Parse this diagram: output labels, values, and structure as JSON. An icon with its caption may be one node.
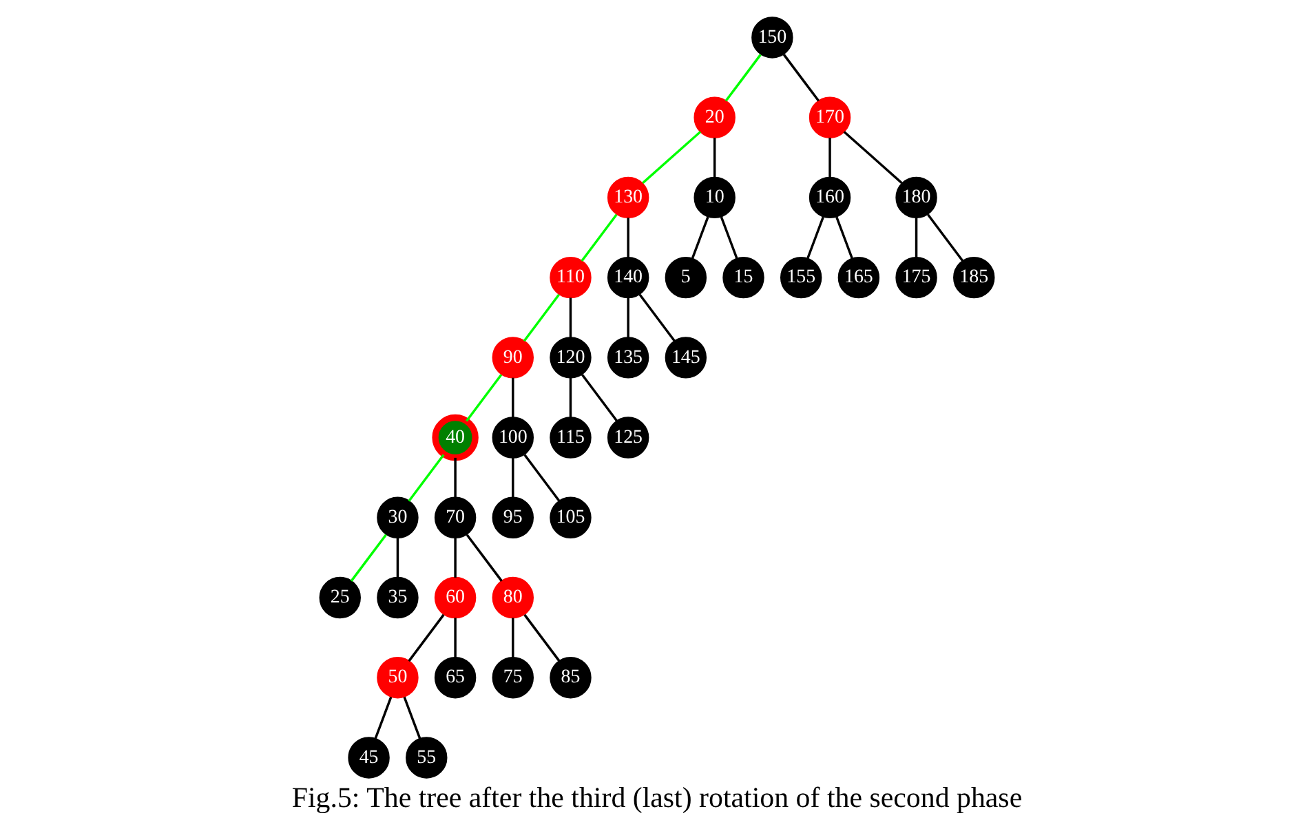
{
  "diagram": {
    "caption": "Fig.5: The tree after the third (last) rotation of the second phase",
    "nodes": [
      {
        "text": [
          "150"
        ]
      },
      {
        "text": [
          "20"
        ]
      },
      {
        "text": [
          "170"
        ]
      },
      {
        "text": [
          "130"
        ]
      },
      {
        "text": [
          "110"
        ]
      },
      {
        "text": [
          "90"
        ]
      },
      {
        "text": [
          "40"
        ]
      },
      {
        "text": [
          "10"
        ]
      },
      {
        "text": [
          "30"
        ]
      },
      {
        "text": [
          "70"
        ]
      },
      {
        "text": [
          "100"
        ]
      },
      {
        "text": [
          "120"
        ]
      },
      {
        "text": [
          "140"
        ]
      },
      {
        "text": [
          "160"
        ]
      },
      {
        "text": [
          "180"
        ]
      },
      {
        "text": [
          "60"
        ]
      },
      {
        "text": [
          "80"
        ]
      },
      {
        "text": [
          "50"
        ]
      },
      {
        "text": [
          "5"
        ]
      },
      {
        "text": [
          "15"
        ]
      },
      {
        "text": [
          "25"
        ]
      },
      {
        "text": [
          "35"
        ]
      },
      {
        "text": [
          "45"
        ]
      },
      {
        "text": [
          "55"
        ]
      },
      {
        "text": [
          "65"
        ]
      },
      {
        "text": [
          "75"
        ]
      },
      {
        "text": [
          "85"
        ]
      },
      {
        "text": [
          "95"
        ]
      },
      {
        "text": [
          "105"
        ]
      },
      {
        "text": [
          "115"
        ]
      },
      {
        "text": [
          "125"
        ]
      },
      {
        "text": [
          "135"
        ]
      },
      {
        "text": [
          "145"
        ]
      },
      {
        "text": [
          "155"
        ]
      },
      {
        "text": [
          "165"
        ]
      },
      {
        "text": [
          "175"
        ]
      },
      {
        "text": [
          "185"
        ]
      }
    ],
    "edges": [
      {
        "from": 0,
        "to": 1,
        "arrow": "none",
        "color": "#00ff00"
      },
      {
        "from": 0,
        "to": 2,
        "arrow": "none"
      },
      {
        "from": 1,
        "to": 7,
        "arrow": "none"
      },
      {
        "from": 1,
        "to": 3,
        "arrow": "none",
        "color": "#00ff00"
      },
      {
        "from": 3,
        "to": 4,
        "arrow": "none",
        "color": "#00ff00"
      },
      {
        "from": 3,
        "to": 12,
        "arrow": "none"
      },
      {
        "from": 4,
        "to": 5,
        "arrow": "none",
        "color": "#00ff00"
      },
      {
        "from": 4,
        "to": 11,
        "arrow": "none"
      },
      {
        "from": 5,
        "to": 6,
        "arrow": "none",
        "color": "#00ff00"
      },
      {
        "from": 5,
        "to": 10,
        "arrow": "none"
      },
      {
        "from": 6,
        "to": 8,
        "arrow": "none",
        "color": "#00ff00"
      },
      {
        "from": 6,
        "to": 9,
        "arrow": "none"
      },
      {
        "from": 2,
        "to": 13,
        "arrow": "none"
      },
      {
        "from": 2,
        "to": 14,
        "arrow": "none"
      },
      {
        "from": 7,
        "to": 18,
        "arrow": "none"
      },
      {
        "from": 7,
        "to": 19,
        "arrow": "none"
      },
      {
        "from": 8,
        "to": 20,
        "arrow": "none",
        "color": "#00ff00"
      },
      {
        "from": 8,
        "to": 21,
        "arrow": "none"
      },
      {
        "from": 9,
        "to": 15,
        "arrow": "none"
      },
      {
        "from": 9,
        "to": 16,
        "arrow": "none"
      },
      {
        "from": 15,
        "to": 17,
        "arrow": "none"
      },
      {
        "from": 15,
        "to": 24,
        "arrow": "none"
      },
      {
        "from": 17,
        "to": 22,
        "arrow": "none"
      },
      {
        "from": 17,
        "to": 23,
        "arrow": "none"
      },
      {
        "from": 16,
        "to": 25,
        "arrow": "none"
      },
      {
        "from": 16,
        "to": 26,
        "arrow": "none"
      },
      {
        "from": 10,
        "to": 27,
        "arrow": "none"
      },
      {
        "from": 10,
        "to": 28,
        "arrow": "none"
      },
      {
        "from": 11,
        "to": 29,
        "arrow": "none"
      },
      {
        "from": 11,
        "to": 30,
        "arrow": "none"
      },
      {
        "from": 12,
        "to": 31,
        "arrow": "none"
      },
      {
        "from": 12,
        "to": 32,
        "arrow": "none"
      },
      {
        "from": 13,
        "to": 33,
        "arrow": "none"
      },
      {
        "from": 13,
        "to": 34,
        "arrow": "none"
      },
      {
        "from": 14,
        "to": 35,
        "arrow": "none"
      },
      {
        "from": 14,
        "to": 36,
        "arrow": "none"
      }
    ]
  }
}
